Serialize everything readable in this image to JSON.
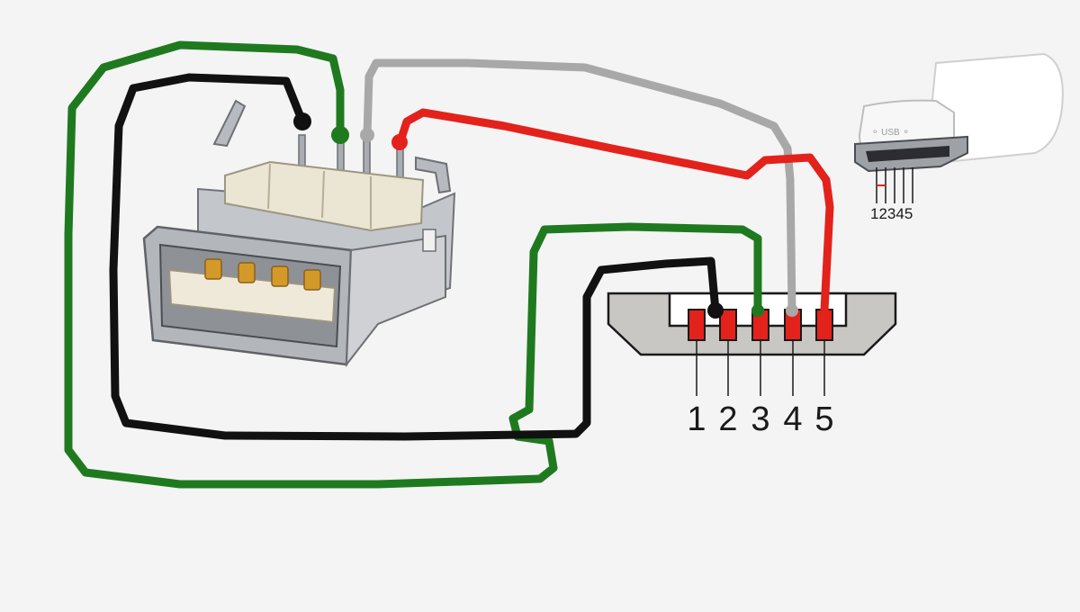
{
  "micro_usb_pin_labels": [
    "1",
    "2",
    "3",
    "4",
    "5"
  ],
  "micro_usb_plug_label": "12345",
  "colors": {
    "background": "#f4f4f4",
    "wire_green": "#1f7a1f",
    "wire_black": "#111111",
    "wire_gray": "#a8a8a8",
    "wire_red": "#e3221b",
    "pin_red": "#e3221b",
    "socket_body": "#c9c7c3",
    "socket_outline": "#1a1a1a",
    "metal": "#b9bcc0",
    "plastic": "#ece6d6",
    "gold": "#d39a2a"
  },
  "icons": [
    "usb-a-female-connector-icon",
    "micro-usb-plug-icon"
  ]
}
